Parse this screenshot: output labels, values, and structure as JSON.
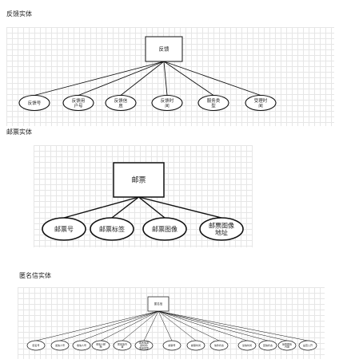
{
  "sections": [
    {
      "title": "反馈实体",
      "entity": "反馈",
      "attributes": [
        "反馈号",
        "反馈用户号",
        "反馈信息",
        "反馈时间",
        "服务类型",
        "受理时间"
      ]
    },
    {
      "title": "邮票实体",
      "entity": "邮票",
      "attributes": [
        "邮票号",
        "邮票标签",
        "邮票图像",
        "邮票图像地址"
      ]
    },
    {
      "title": "匿名信实体",
      "entity": "匿名信",
      "attributes": [
        "匿名号",
        "发信人号",
        "收信人号",
        "收信人邮箱",
        "匿名信内容",
        "匿名信发送时间/发送类型",
        "邮票号",
        "邮票时间",
        "信件状态",
        "读信时间",
        "回信状态",
        "是否回信内容",
        "是否公开"
      ]
    }
  ]
}
